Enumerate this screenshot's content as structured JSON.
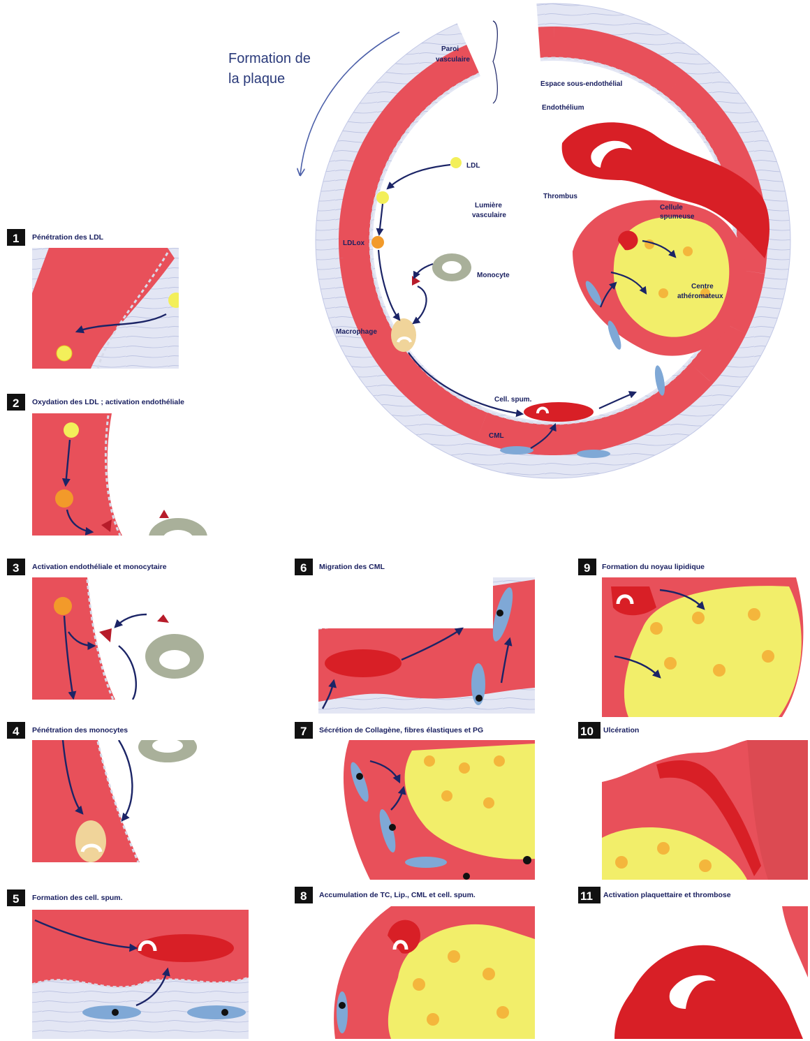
{
  "title_lines": [
    "Formation de",
    "la plaque"
  ],
  "circle_labels": {
    "paroi": [
      "Paroi",
      "vasculaire"
    ],
    "espace": "Espace sous-endothélial",
    "endothelium": "Endothélium",
    "ldl": "LDL",
    "lumiere": [
      "Lumière",
      "vasculaire"
    ],
    "thrombus": "Thrombus",
    "cellule": [
      "Cellule",
      "spumeuse"
    ],
    "ldlox": "LDLox",
    "monocyte": "Monocyte",
    "centre": [
      "Centre",
      "athéromateux"
    ],
    "macrophage": "Macrophage",
    "cellspum": "Cell. spum.",
    "cml": "CML"
  },
  "steps": [
    {
      "num": "1",
      "title": "Pénétration des LDL"
    },
    {
      "num": "2",
      "title": "Oxydation des LDL ; activation endothéliale"
    },
    {
      "num": "3",
      "title": "Activation endothéliale et monocytaire"
    },
    {
      "num": "4",
      "title": "Pénétration des monocytes"
    },
    {
      "num": "5",
      "title": "Formation des cell. spum."
    },
    {
      "num": "6",
      "title": "Migration des CML"
    },
    {
      "num": "7",
      "title": "Sécrétion de Collagène, fibres élastiques et PG"
    },
    {
      "num": "8",
      "title": "Accumulation de TC, Lip., CML et cell. spum."
    },
    {
      "num": "9",
      "title": "Formation du noyau lipidique"
    },
    {
      "num": "10",
      "title": "Ulcération"
    },
    {
      "num": "11",
      "title": "Activation plaquettaire et thrombose"
    }
  ],
  "colors": {
    "wall": "#e8505a",
    "wall_dark": "#d43038",
    "tissue": "#dfe3f3",
    "thrombus": "#d81f26",
    "core": "#f2ee6a",
    "ldl": "#f3ef5a",
    "ldlox": "#f29a2a",
    "cml": "#7fa8d6",
    "arrow": "#1b2466",
    "monocyte": "#a9b09a"
  }
}
